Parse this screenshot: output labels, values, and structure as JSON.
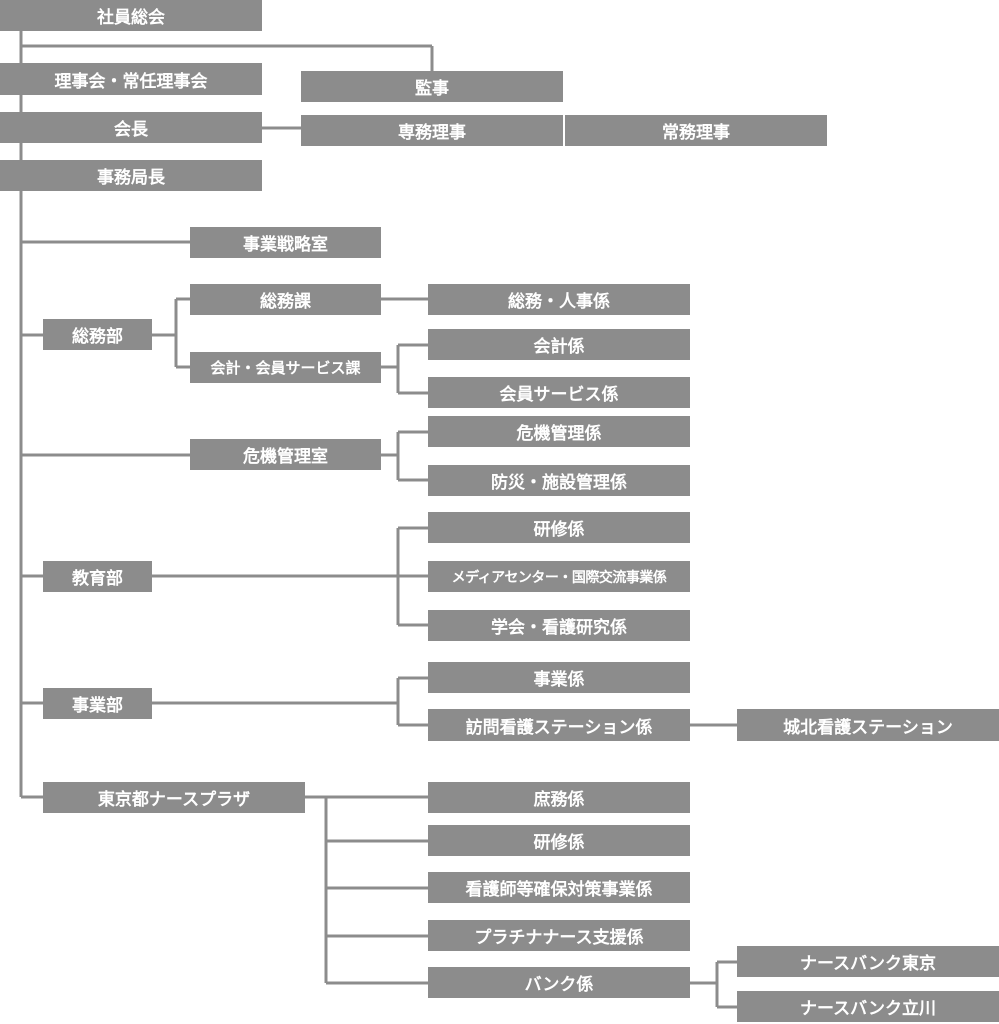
{
  "colors": {
    "box_fill": "#8c8c8c",
    "box_text": "#ffffff",
    "connector": "#8c8c8c"
  },
  "nodes": {
    "shain_sokai": "社員総会",
    "rijikai": "理事会・常任理事会",
    "kanji": "監事",
    "kaicho": "会長",
    "senmu_riji": "専務理事",
    "jomu_riji": "常務理事",
    "jimukyokucho": "事務局長",
    "jigyo_senryaku_shitsu": "事業戦略室",
    "somubu": "総務部",
    "somuka": "総務課",
    "somu_jinji_kakari": "総務・人事係",
    "kaikei_kaiin_service_ka": "会計・会員サービス課",
    "kaikei_kakari": "会計係",
    "kaiin_service_kakari": "会員サービス係",
    "kiki_kanri_shitsu": "危機管理室",
    "kiki_kanri_kakari": "危機管理係",
    "bosai_shisetsu_kakari": "防災・施設管理係",
    "kyoikubu": "教育部",
    "kenshu_kakari": "研修係",
    "media_center_kakari": "メディアセンター・国際交流事業係",
    "gakkai_kango_kenkyu_kakari": "学会・看護研究係",
    "jigyobu": "事業部",
    "jigyo_kakari": "事業係",
    "homon_kango_kakari": "訪問看護ステーション係",
    "johoku_kango_station": "城北看護ステーション",
    "nurse_plaza": "東京都ナースプラザ",
    "shomu_kakari": "庶務係",
    "plaza_kenshu_kakari": "研修係",
    "kangoshi_kakuho_kakari": "看護師等確保対策事業係",
    "platinum_nurse_kakari": "プラチナナース支援係",
    "bank_kakari": "バンク係",
    "nurse_bank_tokyo": "ナースバンク東京",
    "nurse_bank_tachikawa": "ナースバンク立川"
  }
}
